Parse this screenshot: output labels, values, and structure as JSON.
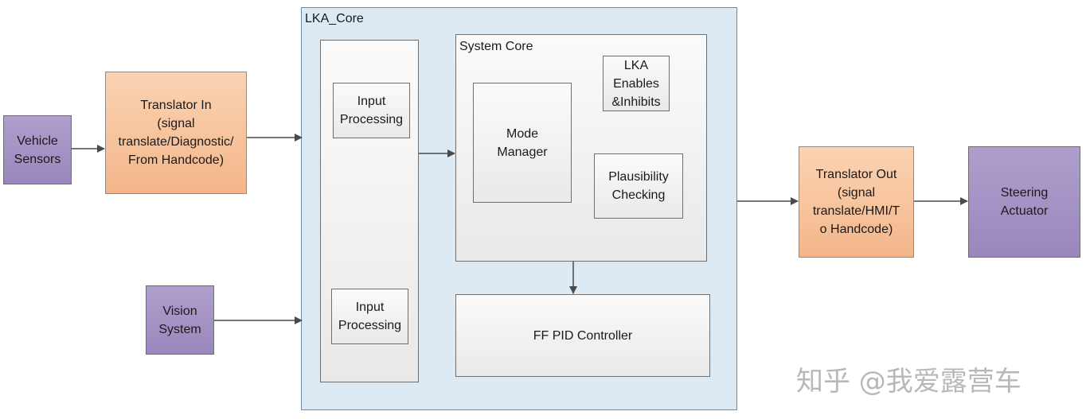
{
  "blocks": {
    "vehicle_sensors": "Vehicle\nSensors",
    "translator_in": "Translator In\n(signal\ntranslate/Diagnostic/\nFrom Handcode)",
    "vision_system": "Vision\nSystem",
    "lka_core": "LKA_Core",
    "input_processing_1": "Input\nProcessing",
    "input_processing_2": "Input\nProcessing",
    "system_core": "System Core",
    "mode_manager": "Mode\nManager",
    "lka_enables": "LKA\nEnables\n&Inhibits",
    "plausibility": "Plausibility\nChecking",
    "ff_pid": "FF PID Controller",
    "translator_out": "Translator Out\n(signal\ntranslate/HMI/T\no Handcode)",
    "steering_actuator": "Steering\nActuator"
  },
  "watermark": "知乎 @我爱露营车",
  "colors": {
    "purple": "#9a87bd",
    "orange": "#f3b68a",
    "core_bg": "#dde9f3",
    "box_bg": "#f2f2f2"
  }
}
